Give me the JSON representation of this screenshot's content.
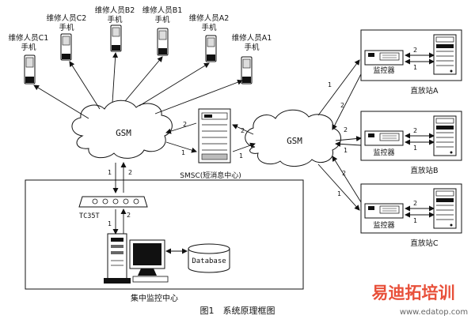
{
  "title": "图1　系统原理框图",
  "phones": [
    {
      "name": "维修人员C1",
      "sub": "手机"
    },
    {
      "name": "维修人员C2",
      "sub": "手机"
    },
    {
      "name": "维修人员B2",
      "sub": "手机"
    },
    {
      "name": "维修人员B1",
      "sub": "手机"
    },
    {
      "name": "维修人员A2",
      "sub": "手机"
    },
    {
      "name": "维修人员A1",
      "sub": "手机"
    }
  ],
  "gsm_left": "GSM",
  "gsm_right": "GSM",
  "smsc": "SMSC(短消息中心)",
  "modem": "TC35T",
  "database": "Database",
  "center": "集中监控中心",
  "monitor": "监控器",
  "stations": [
    "直放站A",
    "直放站B",
    "直放站C"
  ],
  "link_labels": {
    "one": "1",
    "two": "2"
  },
  "watermark_top": "易迪拓培训",
  "watermark_bottom": "www.edatop.com"
}
